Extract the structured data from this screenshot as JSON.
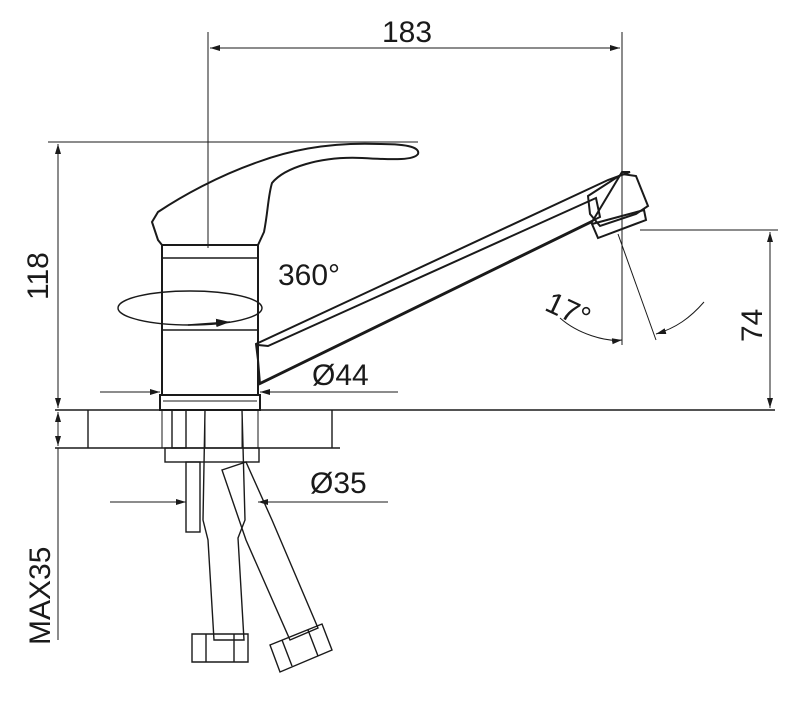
{
  "dimensions": {
    "total_reach": "183",
    "total_height": "118",
    "rotation": "360°",
    "spout_tilt": "17°",
    "spout_height": "74",
    "base_diameter": "Ø44",
    "hole_diameter": "Ø35",
    "max_thickness": "MAX35"
  },
  "colors": {
    "line": "#1a1a1a",
    "background": "#ffffff"
  }
}
